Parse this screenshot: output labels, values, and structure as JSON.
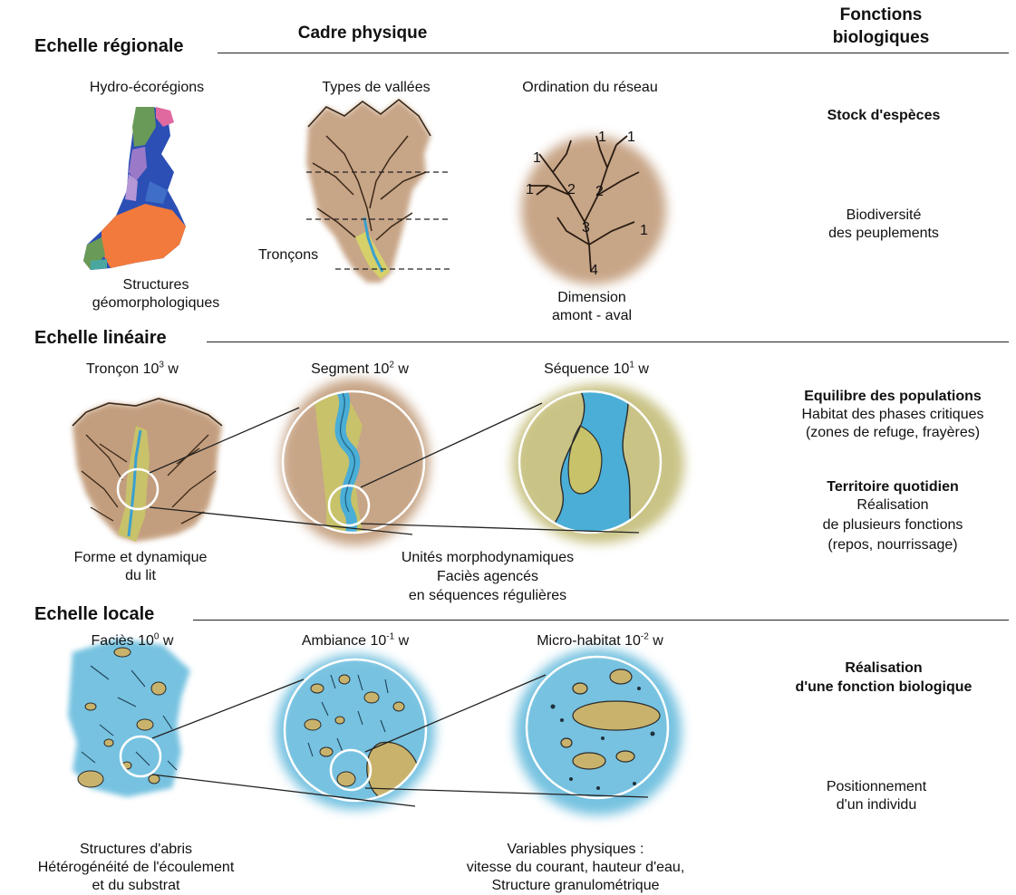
{
  "headers": {
    "cadre_physique": "Cadre physique",
    "fonctions_line1": "Fonctions",
    "fonctions_line2": "biologiques"
  },
  "scales": {
    "regionale": "Echelle régionale",
    "lineaire": "Echelle linéaire",
    "locale": "Echelle locale"
  },
  "regional": {
    "hydro_ecoregions": "Hydro-écorégions",
    "types_vallees": "Types de vallées",
    "ordination_reseau": "Ordination du réseau",
    "troncons": "Tronçons",
    "structures_line1": "Structures",
    "structures_line2": "géomorphologiques",
    "dimension_line1": "Dimension",
    "dimension_line2": "amont - aval",
    "order_numbers": [
      "1",
      "1",
      "1",
      "1",
      "2",
      "2",
      "3",
      "1",
      "4"
    ]
  },
  "lineaire": {
    "troncon": "Tronçon 10",
    "troncon_exp": "3",
    "segment": "Segment 10",
    "segment_exp": "2",
    "sequence": "Séquence 10",
    "sequence_exp": "1",
    "w": " w",
    "forme_line1": "Forme et dynamique",
    "forme_line2": "du lit",
    "unites_line1": "Unités morphodynamiques",
    "unites_line2": "Faciès agencés",
    "unites_line3": "en séquences régulières"
  },
  "locale": {
    "facies": "Faciès 10",
    "facies_exp": "0",
    "ambiance": "Ambiance 10",
    "ambiance_exp": "-1",
    "micro": "Micro-habitat 10",
    "micro_exp": "-2",
    "w": " w",
    "abris_line1": "Structures d'abris",
    "abris_line2": "Hétérogénéité de l'écoulement",
    "abris_line3": "et du substrat",
    "variables_line1": "Variables physiques :",
    "variables_line2": "vitesse du courant, hauteur d'eau,",
    "variables_line3": "Structure granulométrique"
  },
  "functions": {
    "stock": "Stock d'espèces",
    "biodiv_line1": "Biodiversité",
    "biodiv_line2": "des peuplements",
    "equilibre": "Equilibre des populations",
    "habitat": "Habitat des phases critiques",
    "zones": "(zones de refuge, frayères)",
    "territoire": "Territoire quotidien",
    "realisation": "Réalisation",
    "plusieurs": "de plusieurs fonctions",
    "repos": "(repos, nourrissage)",
    "realisation_une_line1": "Réalisation",
    "realisation_une_line2": "d'une fonction biologique",
    "positionnement_line1": "Positionnement",
    "positionnement_line2": "d'un individu"
  },
  "colors": {
    "brown": "#a9774e",
    "light_brown": "#c9a383",
    "olive": "#b3aa52",
    "water_blue": "#4aaed6",
    "light_blue": "#8fd0ea",
    "stone": "#c9b36c",
    "eco_orange": "#f27a3c",
    "eco_blue": "#2b4fb5",
    "eco_purple": "#9a79c9",
    "eco_green": "#6a9a58",
    "eco_pink": "#e06aa0",
    "eco_teal": "#4aa7a0"
  }
}
